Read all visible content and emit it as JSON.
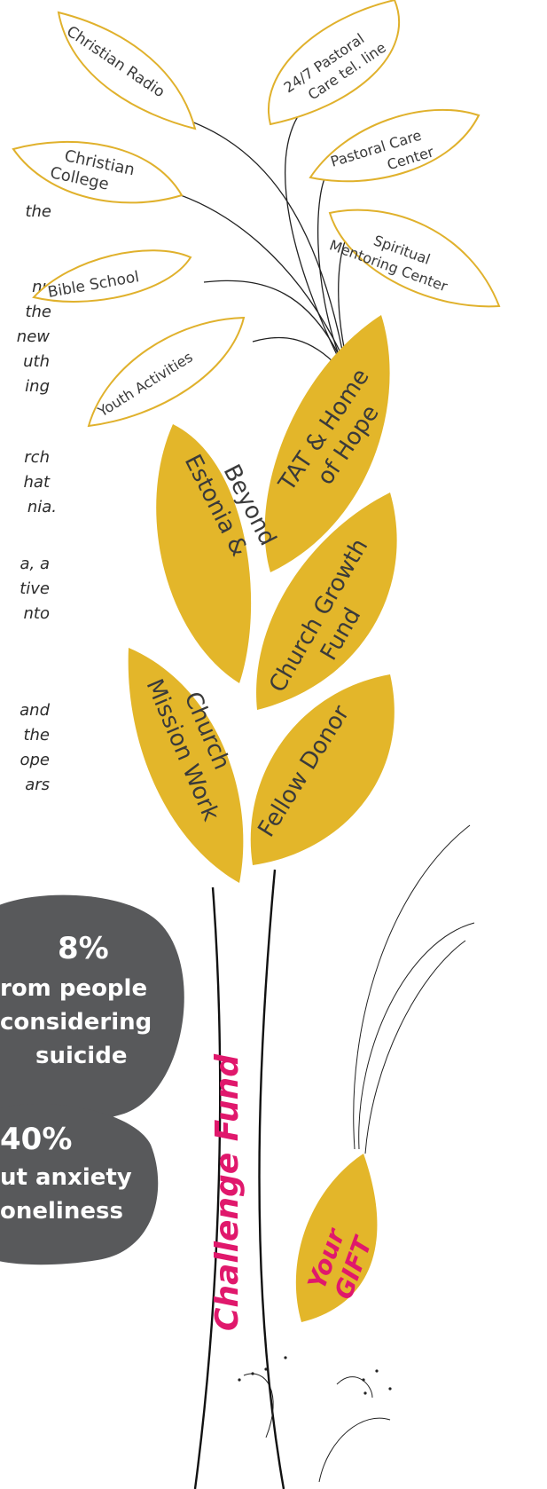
{
  "colors": {
    "leaf_gold": "#e3b62a",
    "outline_gold": "#e0b12c",
    "stat_gray": "#58595b",
    "accent_pink": "#e0186c",
    "stroke": "#222222"
  },
  "text_fragments": [
    "the",
    "nue",
    "the",
    "new",
    "uth",
    "ing",
    "rch",
    "hat",
    "nia.",
    "a, a",
    "tive",
    "nto",
    "and",
    "the",
    "ope",
    "ars"
  ],
  "small_leaves": [
    {
      "lines": [
        "Christian Radio"
      ],
      "icon": "outline-leaf"
    },
    {
      "lines": [
        "24/7 Pastoral",
        "Care tel. line"
      ],
      "icon": "outline-leaf"
    },
    {
      "lines": [
        "Christian",
        "College"
      ],
      "icon": "outline-leaf"
    },
    {
      "lines": [
        "Pastoral Care",
        "Center"
      ],
      "icon": "outline-leaf"
    },
    {
      "lines": [
        "Spiritual",
        "Mentoring Center"
      ],
      "icon": "outline-leaf"
    },
    {
      "lines": [
        "Bible School"
      ],
      "icon": "outline-leaf"
    },
    {
      "lines": [
        "Youth Activities"
      ],
      "icon": "outline-leaf"
    }
  ],
  "big_leaves": [
    {
      "lines": [
        "TAT & Home",
        "of Hope"
      ]
    },
    {
      "lines": [
        "Estonia &",
        "Beyond"
      ]
    },
    {
      "lines": [
        "Church Growth",
        "Fund"
      ]
    },
    {
      "lines": [
        "Church",
        "Mission Work"
      ]
    },
    {
      "lines": [
        "Fellow Donor"
      ]
    }
  ],
  "stats": [
    {
      "value": "8%",
      "lines": [
        "rom people",
        "considering",
        "suicide"
      ]
    },
    {
      "value": "40%",
      "lines": [
        "ut anxiety",
        "oneliness"
      ]
    }
  ],
  "stem_label": "Challenge Fund",
  "gift_label": [
    "Your",
    "GIFT"
  ]
}
